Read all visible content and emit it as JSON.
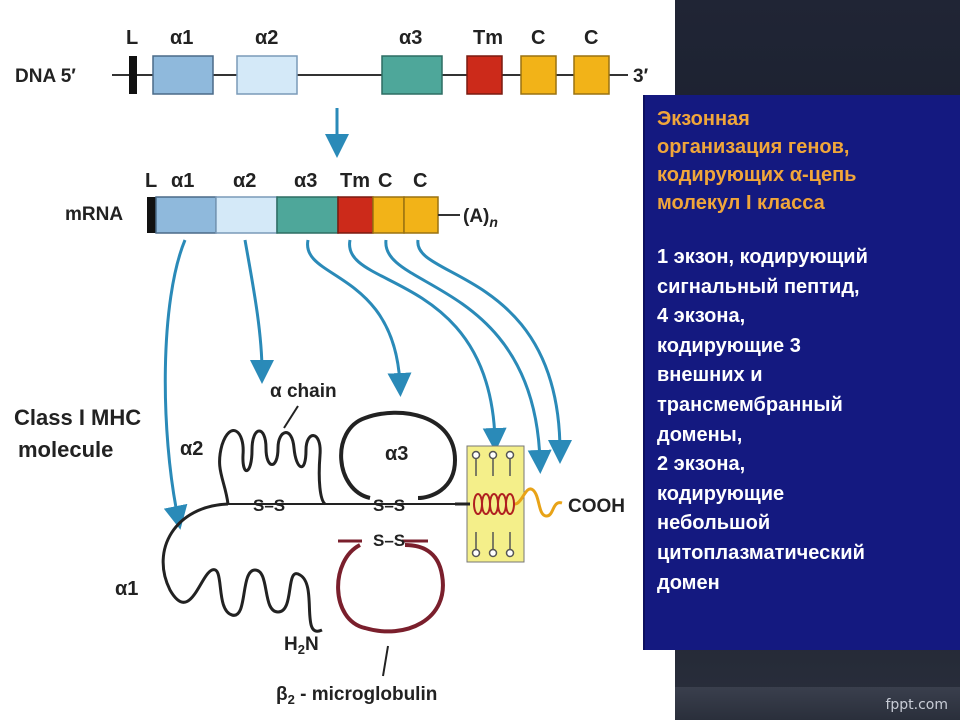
{
  "colors": {
    "leader": "#111111",
    "alpha1": "#8fb9dc",
    "alpha2": "#d4e9f8",
    "alpha3": "#4ea79a",
    "tm": "#cc2a1a",
    "c_exon": "#f2b318",
    "arrow": "#2a8ab8",
    "alpha_chain": "#222222",
    "beta2": "#7a1f2c",
    "membrane": "#f4ef8a",
    "panel_bg": "#141980",
    "panel_title": "#f0a63a"
  },
  "diagram": {
    "dna": {
      "label": "DNA 5′",
      "end_label": "3′",
      "exons": [
        "L",
        "α1",
        "α2",
        "α3",
        "Tm",
        "C",
        "C"
      ]
    },
    "mrna": {
      "label": "mRNA",
      "tail_label": "(A)",
      "tail_sub": "n",
      "exons": [
        "L",
        "α1",
        "α2",
        "α3",
        "Tm",
        "C",
        "C"
      ]
    },
    "molecule": {
      "title_line1": "Class I MHC",
      "title_line2": "molecule",
      "alpha_chain": "α chain",
      "alpha2": "α2",
      "alpha3": "α3",
      "alpha1": "α1",
      "disulfide": "S–S",
      "cooh": "COOH",
      "h2n": "H2N",
      "beta2": "β2 - microglobulin"
    }
  },
  "panel": {
    "title_lines": [
      "Экзонная",
      "организация генов,",
      "кодирующих α-цепь",
      "молекул I класса"
    ],
    "body_lines": [
      "1 экзон, кодирующий",
      "сигнальный пептид,",
      "4 экзона,",
      "кодирующие 3",
      "внешних и",
      "трансмембранный",
      "домены,",
      "2 экзона,",
      "кодирующие",
      "небольшой",
      "цитоплазматический",
      "домен"
    ]
  },
  "footer": {
    "brand": "fppt.com"
  }
}
